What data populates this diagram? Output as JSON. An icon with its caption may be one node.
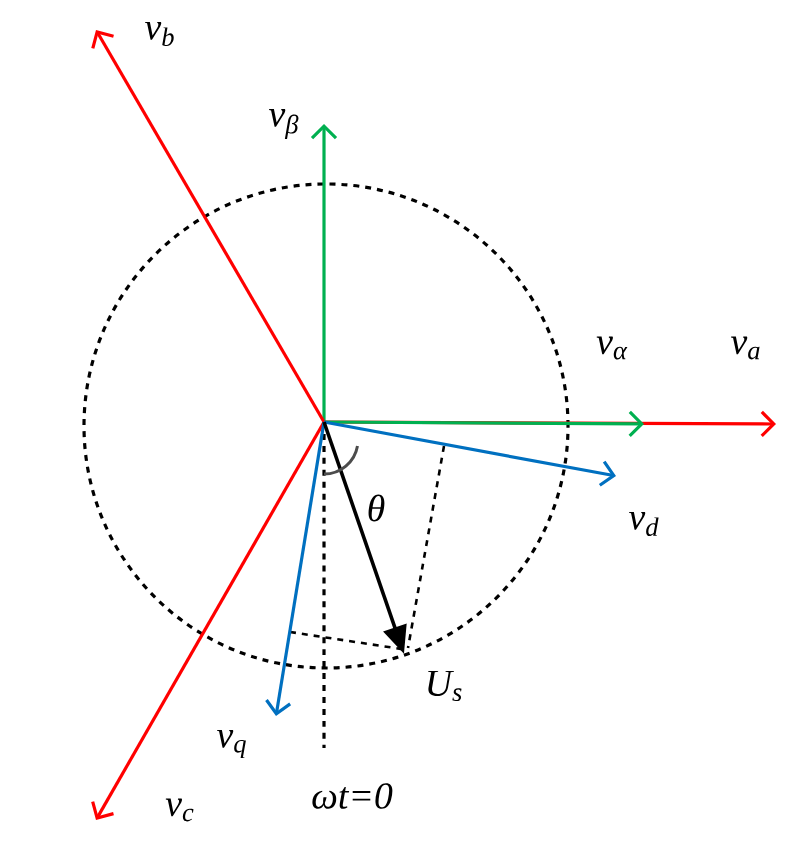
{
  "diagram": {
    "labels": [
      "v$_{b}$",
      "v$_{β}$",
      "v$_{α}$",
      "v$_{a}$",
      "θ",
      "v$_{d}$",
      "U$_{s}$",
      "v$_{q}$",
      "v$_{c}$",
      "ωt=0"
    ]
  }
}
